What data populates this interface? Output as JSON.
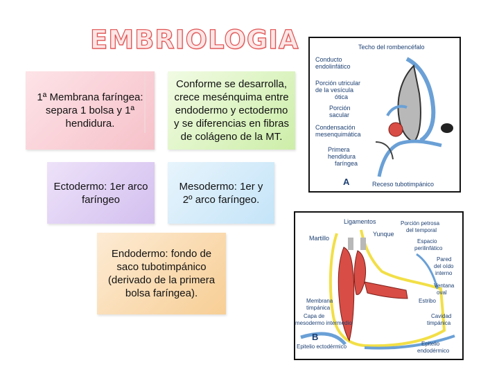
{
  "title": "EMBRIOLOGIA",
  "boxes": {
    "membrana": "1ª Membrana faríngea: separa 1 bolsa y 1ª hendidura.",
    "mesenquima": "Conforme se desarrolla, crece mesénquima entre endodermo y ectodermo y se diferencias en fibras de colágeno de la MT.",
    "ectodermo": "Ectodermo: 1er arco faríngeo",
    "mesodermo": "Mesodermo: 1er y 2º arco faríngeo.",
    "endodermo": "Endodermo: fondo de saco tubotimpánico (derivado de la primera bolsa faríngea)."
  },
  "figure_a": {
    "letter": "A",
    "labels": {
      "techo": "Techo del rombencéfalo",
      "conducto_1": "Conducto",
      "conducto_2": "endolinfático",
      "utricular_1": "Porción utricular",
      "utricular_2": "de la vesícula",
      "utricular_3": "ótica",
      "sacular_1": "Porción",
      "sacular_2": "sacular",
      "condensacion_1": "Condensación",
      "condensacion_2": "mesenquimática",
      "hendidura_1": "Primera",
      "hendidura_2": "hendidura",
      "hendidura_3": "faríngea",
      "receso": "Receso tubotimpánico"
    }
  },
  "figure_b": {
    "letter": "B",
    "labels": {
      "ligamentos": "Ligamentos",
      "petrosa_1": "Porción petrosa",
      "petrosa_2": "del temporal",
      "martillo": "Martillo",
      "yunque": "Yunque",
      "espacio_1": "Espacio",
      "espacio_2": "perilinfático",
      "pared_1": "Pared",
      "pared_2": "del oído",
      "pared_3": "interno",
      "ventana_1": "Ventana",
      "ventana_2": "oval",
      "estribo": "Estribo",
      "membrana_1": "Membrana",
      "membrana_2": "timpánica",
      "capa_1": "Capa de",
      "capa_2": "mesodermo intermedio",
      "cavidad_1": "Cavidad",
      "cavidad_2": "timpánica",
      "epitelio_ecto": "Epitelio ectodérmico",
      "epitelio_endo_1": "Epitelio",
      "epitelio_endo_2": "endodérmico"
    }
  },
  "colors": {
    "title_fill": "#fde6e6",
    "title_stroke": "#e05252",
    "label_text": "#1c3f72",
    "tissue_red": "#d84d45",
    "tissue_blue": "#6aa0d6",
    "tissue_yellow": "#f2df47"
  }
}
